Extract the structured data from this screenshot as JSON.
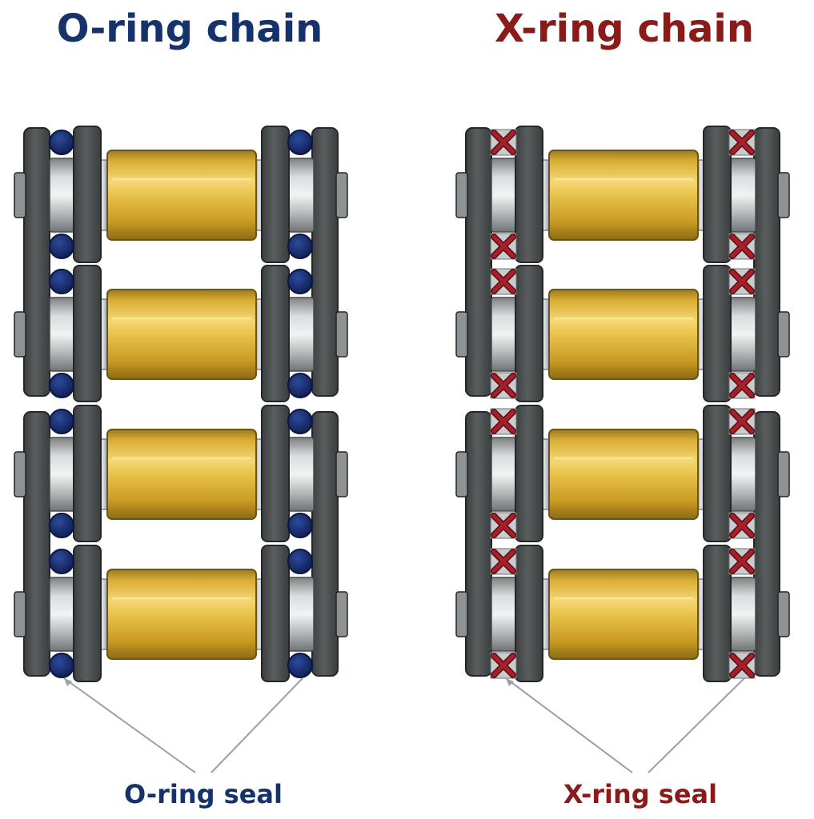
{
  "panels": [
    {
      "id": "o-ring",
      "title": "O-ring chain",
      "seal_label": "O-ring seal",
      "seal_shape": "circle",
      "title_color": "#15326b",
      "seal_color": "#142a66",
      "seal_outline": "#0a1740"
    },
    {
      "id": "x-ring",
      "title": "X-ring chain",
      "seal_label": "X-ring seal",
      "seal_shape": "cross",
      "title_color": "#8b1a1a",
      "seal_color": "#a6202b",
      "seal_outline": "#5a0f14"
    }
  ],
  "colors": {
    "plate": "#4d5152",
    "plate_edge": "#242627",
    "roller_gold": "#e3b83a",
    "roller_edge": "#6b5414",
    "bushing_silver": "#bfc2c4",
    "pin_end": "#8e9294",
    "leader_line": "#9aa0a3"
  },
  "links_per_chain": 4
}
